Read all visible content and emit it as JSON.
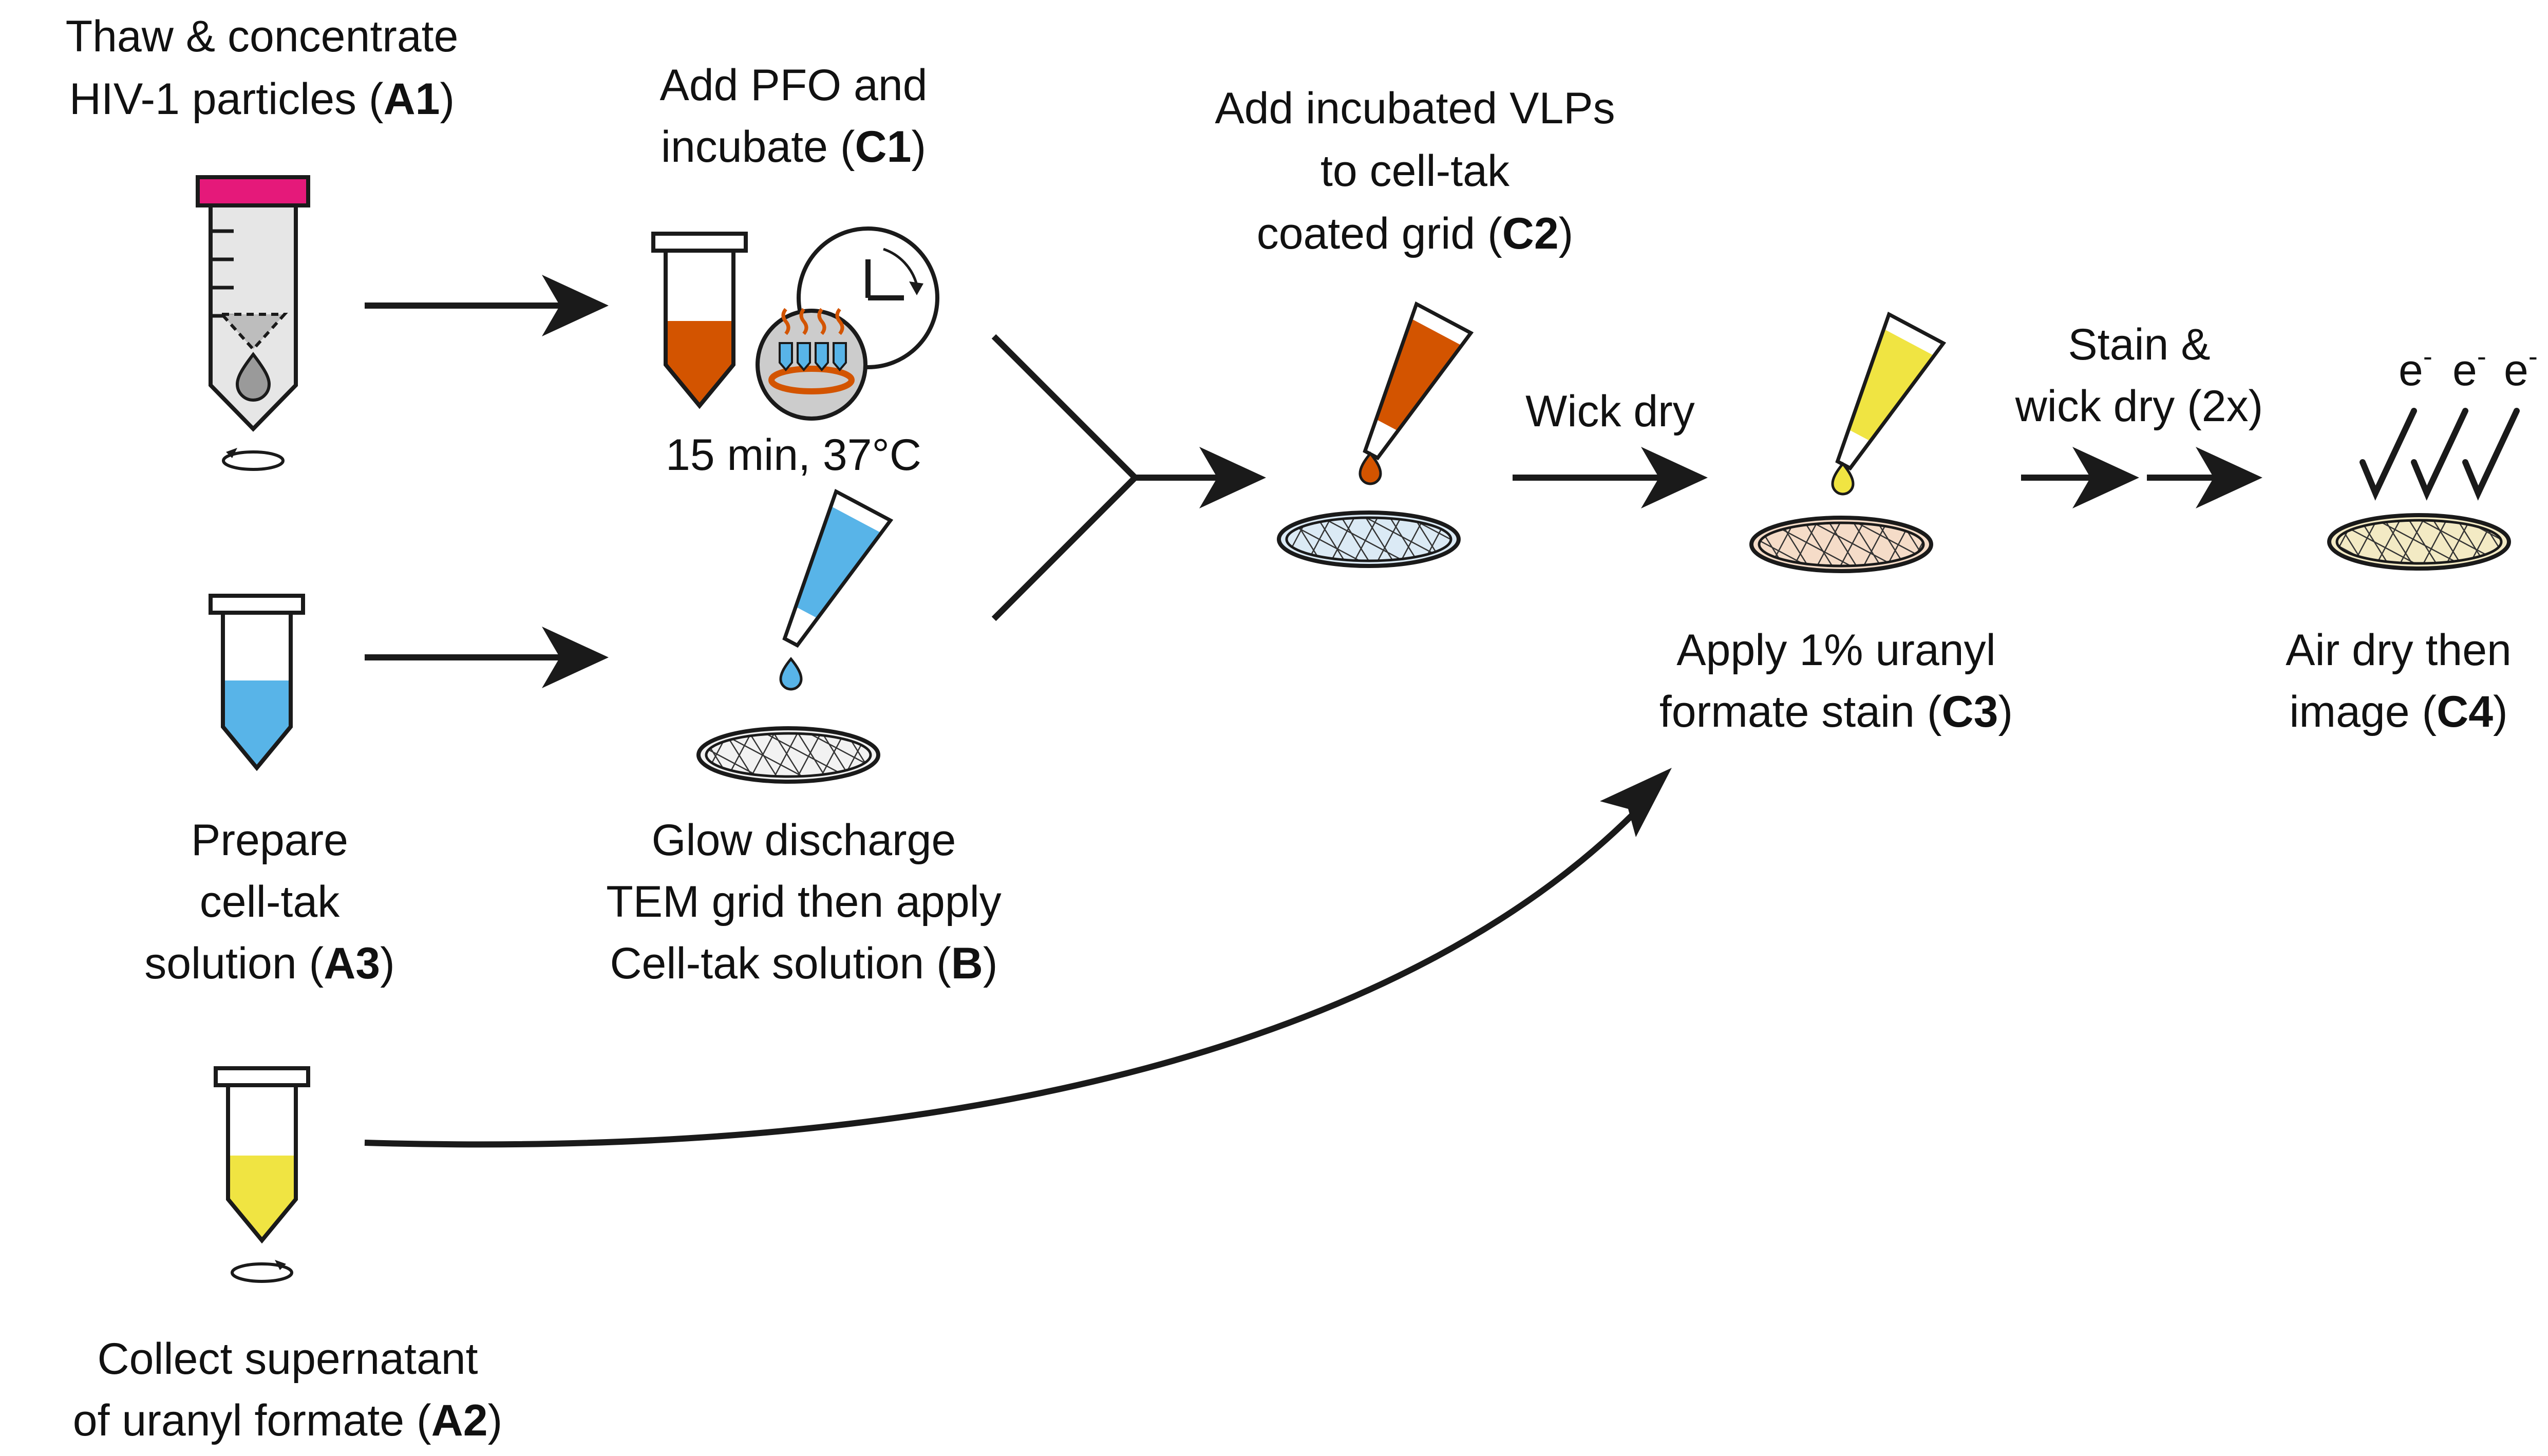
{
  "steps": {
    "a1": {
      "line1": "Thaw & concentrate",
      "line2_pre": "HIV-1 particles (",
      "line2_code": "A1",
      "line2_post": ")"
    },
    "c1": {
      "line1": "Add PFO and",
      "line2_pre": "incubate (",
      "line2_code": "C1",
      "line2_post": ")",
      "condition": "15 min, 37°C"
    },
    "c2": {
      "line1": "Add incubated VLPs",
      "line2": "to cell-tak",
      "line3_pre": "coated grid (",
      "line3_code": "C2",
      "line3_post": ")"
    },
    "wick": {
      "label": "Wick dry"
    },
    "stain": {
      "line1": "Stain &",
      "line2": "wick dry (2x)"
    },
    "c3": {
      "line1": "Apply 1% uranyl",
      "line2_pre": "formate stain (",
      "line2_code": "C3",
      "line2_post": ")"
    },
    "c4": {
      "line1": "Air dry then",
      "line2_pre": "image (",
      "line2_code": "C4",
      "line2_post": ")"
    },
    "a3": {
      "line1": "Prepare",
      "line2": "cell-tak",
      "line3_pre": "solution (",
      "line3_code": "A3",
      "line3_post": ")"
    },
    "b": {
      "line1": "Glow discharge",
      "line2": "TEM grid then apply",
      "line3_pre": "Cell-tak solution (",
      "line3_code": "B",
      "line3_post": ")"
    },
    "a2": {
      "line1": "Collect supernatant",
      "line2_pre": "of uranyl formate (",
      "line2_code": "A2",
      "line2_post": ")"
    }
  },
  "electron": {
    "symbol": "e",
    "charge": "-"
  },
  "colors": {
    "cap_magenta": "#e5197a",
    "orange": "#d35400",
    "blue": "#58b4e8",
    "yellow": "#f0e442",
    "grid_blue": "#dbeaf5",
    "grid_peach": "#f5dcc8",
    "grid_cream": "#f3eac4",
    "tube_gray": "#e6e6e6"
  },
  "icons": [
    "centrifuge-tube-icon",
    "microtube-icon",
    "clock-icon",
    "heat-block-icon",
    "pipette-tip-icon",
    "tem-grid-icon",
    "spin-icon",
    "arrow-icon"
  ]
}
